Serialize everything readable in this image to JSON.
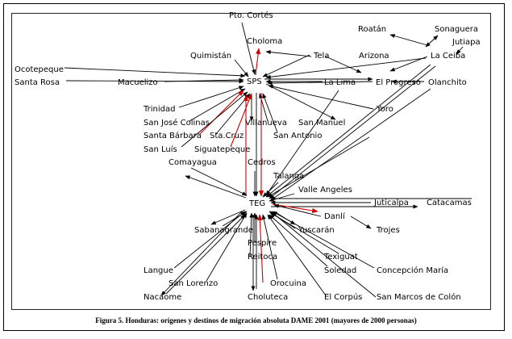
{
  "caption": "Figura 5. Honduras: orígenes y destinos de migración absoluta DAME 2001 (mayores de 2000 personas)",
  "colors": {
    "arrow": "#000000",
    "highlight": "#d00000"
  },
  "hubs": {
    "sps": "SPS",
    "teg": "TEG"
  },
  "places": {
    "pto_cortes": "Pto. Cortés",
    "roatan": "Roatán",
    "sonaguera": "Sonaguera",
    "jutiapa": "Jutiapa",
    "choloma": "Choloma",
    "quimistan": "Quimistán",
    "tela": "Tela",
    "arizona": "Arizona",
    "la_ceiba": "La Ceiba",
    "ocotepeque": "Ocotepeque",
    "santa_rosa": "Santa Rosa",
    "macuelizo": "Macuelizo",
    "la_lima": "La Lima",
    "el_progreso": "El Progreso",
    "olanchito": "Olanchito",
    "trinidad": "Trinidad",
    "yoro": "Yoro",
    "san_jose_colinas": "San José Colinas",
    "villanueva": "Villanueva",
    "san_manuel": "San Manuel",
    "santa_barbara": "Santa Bárbara",
    "sta_cruz": "Sta.Cruz",
    "san_antonio": "San Antonio",
    "san_luis": "San Luís",
    "siguatepeque": "Siguatepeque",
    "comayagua": "Comayagua",
    "cedros": "Cedros",
    "talanga": "Talanga",
    "valle_angeles": "Valle Angeles",
    "juticalpa": "Juticalpa",
    "catacamas": "Catacamas",
    "danli": "Danlí",
    "sabanagrande": "Sabanagrande",
    "yuscaran": "Yuscarán",
    "trojes": "Trojes",
    "pespire": "Pespire",
    "reitoca": "Reitoca",
    "texiguat": "Texiguat",
    "langue": "Langue",
    "soledad": "Soledad",
    "concepcion_maria": "Concepción María",
    "san_lorenzo": "San Lorenzo",
    "orocuina": "Orocuina",
    "nacaome": "Nacaome",
    "choluteca": "Choluteca",
    "el_corpus": "El Corpús",
    "san_marcos_colon": "San Marcos de Colón"
  }
}
